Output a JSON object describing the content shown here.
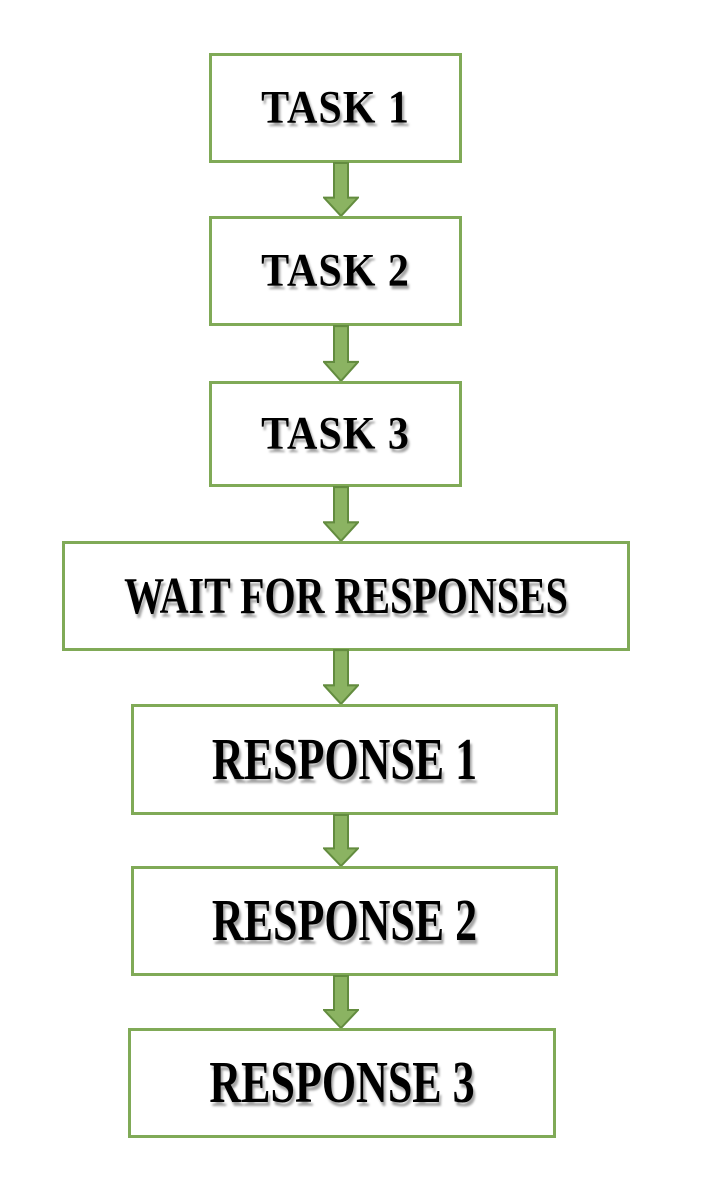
{
  "flowchart": {
    "title": "task-response sequence flowchart",
    "nodes": [
      {
        "id": "task-1",
        "type": "task",
        "label": "TASK 1"
      },
      {
        "id": "task-2",
        "type": "task",
        "label": "TASK 2"
      },
      {
        "id": "task-3",
        "type": "task",
        "label": "TASK 3"
      },
      {
        "id": "wait",
        "type": "wait",
        "label": "WAIT FOR RESPONSES"
      },
      {
        "id": "response-1",
        "type": "response",
        "label": "RESPONSE 1"
      },
      {
        "id": "response-2",
        "type": "response",
        "label": "RESPONSE 2"
      },
      {
        "id": "response-3",
        "type": "response",
        "label": "RESPONSE 3"
      }
    ],
    "edges": [
      {
        "from": "task-1",
        "to": "task-2"
      },
      {
        "from": "task-2",
        "to": "task-3"
      },
      {
        "from": "task-3",
        "to": "wait"
      },
      {
        "from": "wait",
        "to": "response-1"
      },
      {
        "from": "response-1",
        "to": "response-2"
      },
      {
        "from": "response-2",
        "to": "response-3"
      }
    ],
    "colors": {
      "box_border": "#80AA57",
      "box_fill": "#FFFFFF",
      "arrow_fill": "#8BB362",
      "arrow_outline": "#638C3F",
      "text": "#000000",
      "background": "#FFFFFF"
    }
  }
}
